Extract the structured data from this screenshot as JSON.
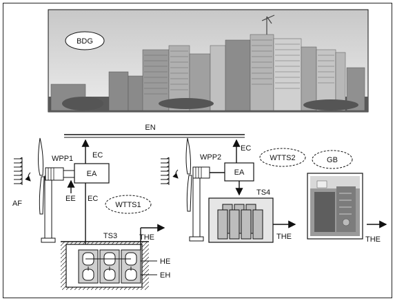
{
  "labels": {
    "bdg": "BDG",
    "en": "EN",
    "wpp1": "WPP1",
    "wpp2": "WPP2",
    "ea1": "EA",
    "ea2": "EA",
    "ec1": "EC",
    "ec2": "EC",
    "ec3": "EC",
    "ee": "EE",
    "af": "AF",
    "wtts1": "WTTS1",
    "wtts2": "WTTS2",
    "gb": "GB",
    "ts3": "TS3",
    "ts4": "TS4",
    "the1": "THE",
    "the2": "THE",
    "the3": "THE",
    "he": "HE",
    "eh": "EH"
  },
  "colors": {
    "photo_sky": "#d9d9d9",
    "photo_buildings": "#7a7a7a",
    "panel_fill": "#e6e6e6",
    "tank_fill": "#bdbdbd"
  }
}
